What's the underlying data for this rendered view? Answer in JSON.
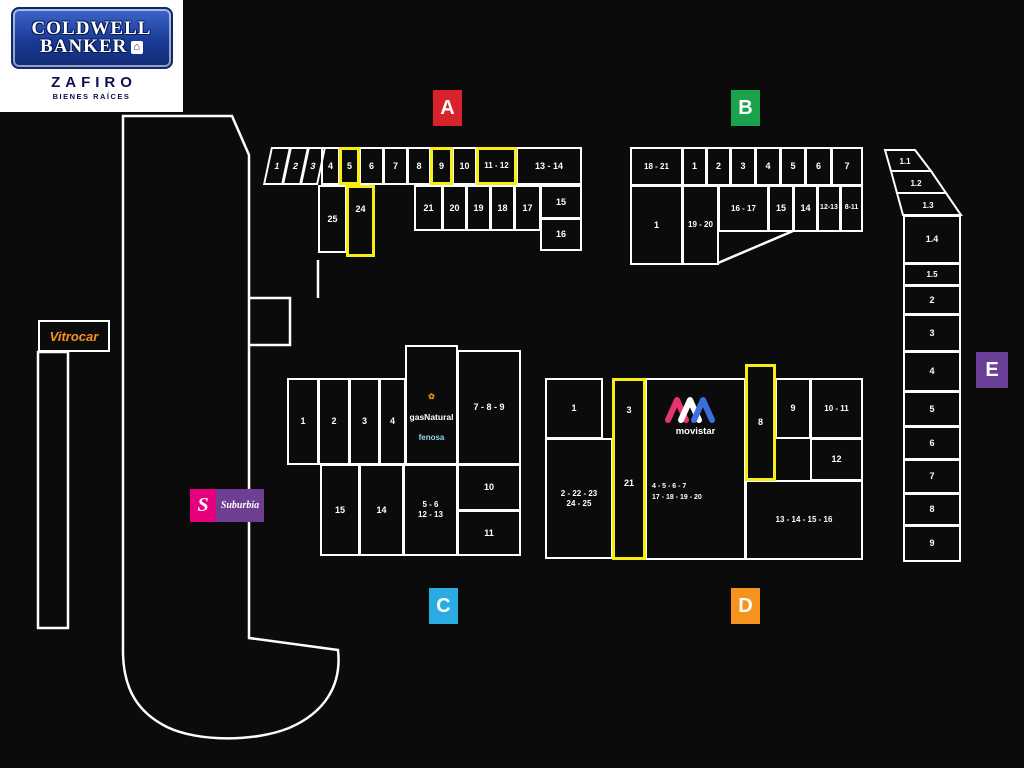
{
  "branding": {
    "logo_line1": "COLDWELL",
    "logo_line2": "BANKER",
    "house_icon": "⌂",
    "agency": "ZAFIRO",
    "agency_sub": "BIENES RAÍCES"
  },
  "markers": {
    "a": "A",
    "b": "B",
    "c": "C",
    "d": "D",
    "e": "E"
  },
  "colors": {
    "marker_a": "#d8232a",
    "marker_b": "#1ba24c",
    "marker_c": "#2aabe2",
    "marker_d": "#f6921e",
    "marker_e": "#6a3f98",
    "highlight": "#f7ec13"
  },
  "section_a": {
    "row1": [
      "1",
      "2",
      "3",
      "4",
      "5",
      "6",
      "7",
      "8",
      "9",
      "10",
      "11 - 12",
      "13 - 14"
    ],
    "row2": [
      "25",
      "24",
      "21",
      "20",
      "19",
      "18",
      "17"
    ],
    "right": [
      "15",
      "16"
    ]
  },
  "section_b": {
    "row1": [
      "18 - 21",
      "1",
      "2",
      "3",
      "4",
      "5",
      "6",
      "7"
    ],
    "row2": [
      "16 - 17",
      "15",
      "14",
      "12-13",
      "8-11"
    ],
    "bottom": [
      "1",
      "19 - 20"
    ]
  },
  "section_c": {
    "top": [
      "1",
      "2",
      "3",
      "4"
    ],
    "units": {
      "u789": "7 - 8 - 9",
      "u15": "15",
      "u14": "14",
      "u56_1213": "5 - 6\n12 - 13",
      "u10": "10",
      "u11": "11"
    },
    "gas_logo": {
      "icon": "✿",
      "line1": "gasNatural",
      "line2": "fenosa"
    }
  },
  "section_d": {
    "u1": "1",
    "u2_2223_2425": "2 - 22 - 23\n24 - 25",
    "u3": "3",
    "u21": "21",
    "u4567_17181920": "4 - 5 - 6 - 7\n17 - 18 - 19 - 20",
    "u8": "8",
    "u9": "9",
    "u1011": "10 - 11",
    "u12": "12",
    "u13141516": "13 - 14 - 15 - 16",
    "movistar_label": "movistar"
  },
  "section_e": {
    "units": [
      "1.1",
      "1.2",
      "1.3",
      "1.4",
      "1.5",
      "2",
      "3",
      "4",
      "5",
      "6",
      "7",
      "8",
      "9"
    ]
  },
  "logos": {
    "vitrocar": "Vitrocar",
    "suburbia_initial": "S",
    "suburbia_name": "Suburbia"
  }
}
